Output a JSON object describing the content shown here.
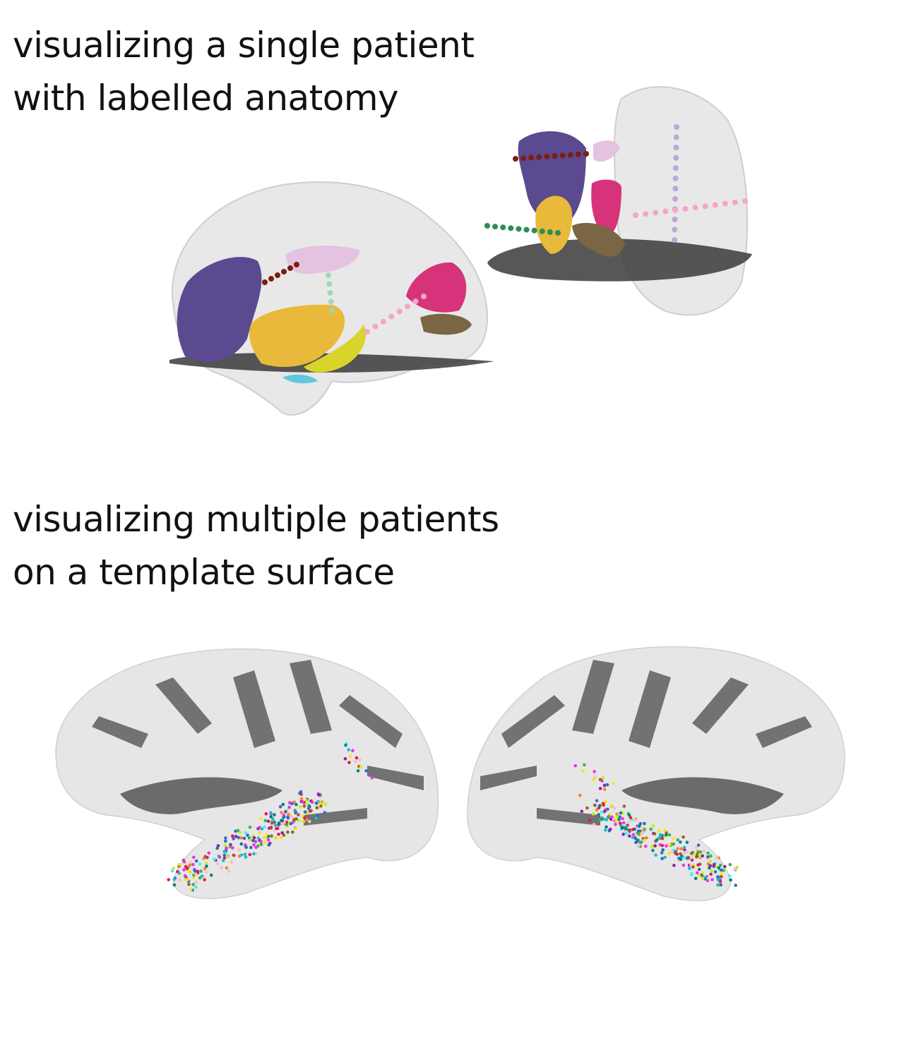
{
  "section_single": {
    "line1": "visualizing a single patient",
    "line2": "with labelled anatomy"
  },
  "section_multiple": {
    "line1": "visualizing multiple patients",
    "line2": "on a template surface"
  },
  "colors": {
    "brain_glass": "#e4e4e4",
    "purple_region": "#5b4a8f",
    "yellow_region": "#e8b93a",
    "pink_region": "#d6337a",
    "lilac_region": "#e3c3e0",
    "brown_region": "#7a6644",
    "lime_region": "#d8d42a",
    "cyan_region": "#5fc8dc",
    "slice_plane": "#3a3a3a",
    "sulcus_dark": "#6b6b6b",
    "gyrus_light": "#e6e6e6",
    "electrode_palette": [
      "#e6194b",
      "#3cb44b",
      "#ffe119",
      "#4363d8",
      "#f58231",
      "#911eb4",
      "#46f0f0",
      "#f032e6",
      "#bcf60c",
      "#fabebe",
      "#008080",
      "#9a6324",
      "#1f77b4",
      "#17becf"
    ]
  }
}
